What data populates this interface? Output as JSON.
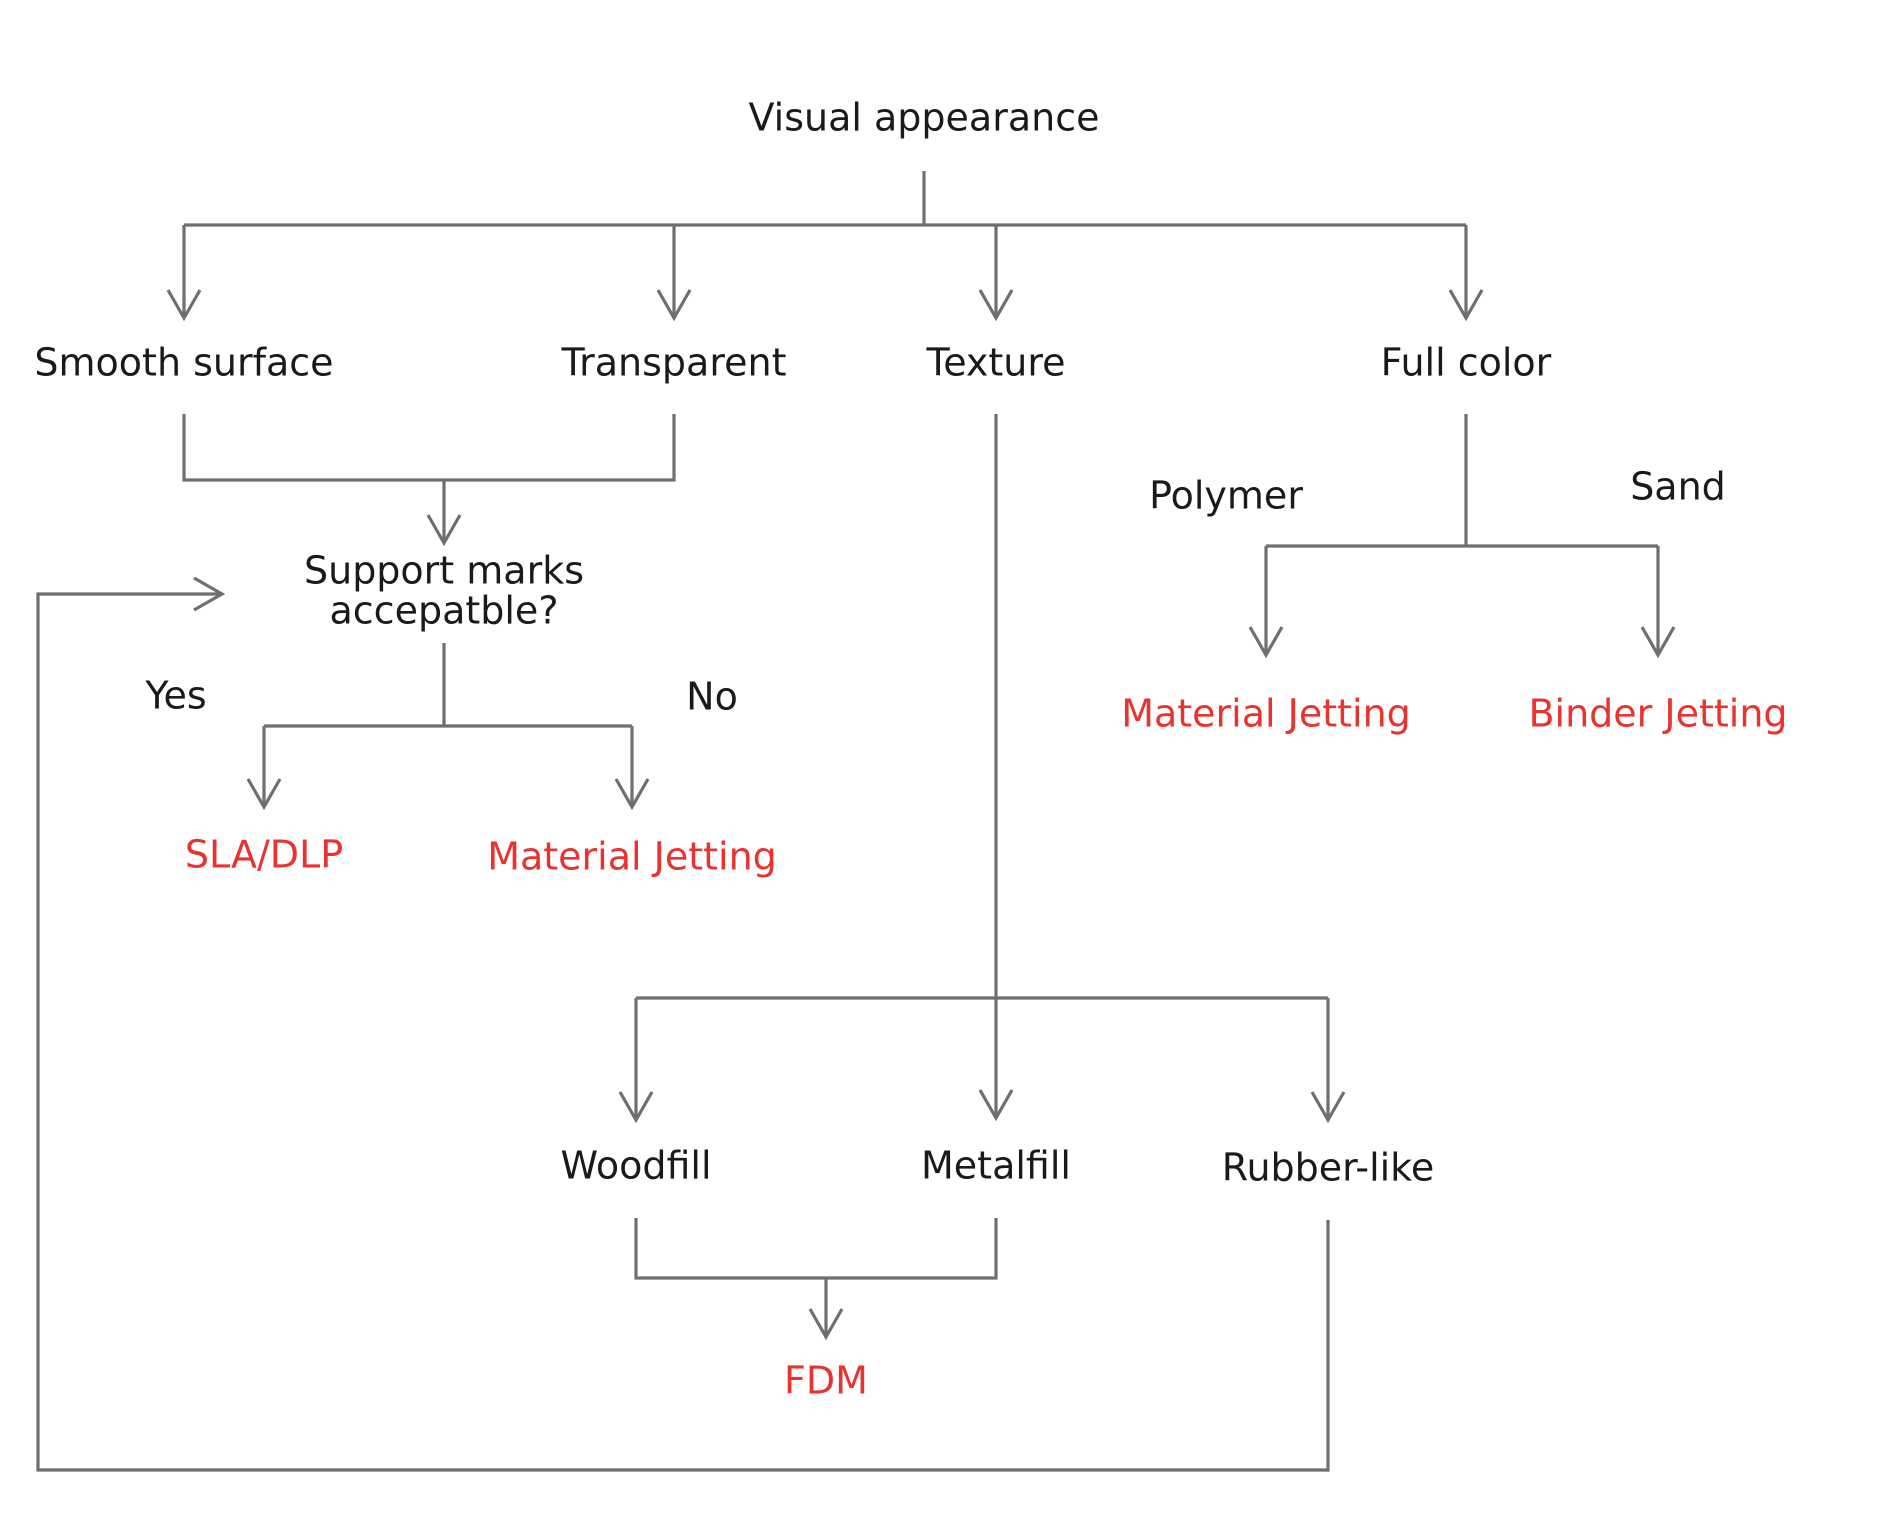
{
  "colors": {
    "line": "#6f6f71",
    "text": "#1a1a1a",
    "result": "#e8332f"
  },
  "nodes": {
    "root": "Visual appearance",
    "smooth_surface": "Smooth surface",
    "transparent": "Transparent",
    "texture": "Texture",
    "full_color": "Full color",
    "support_marks_line1": "Support marks",
    "support_marks_line2": "accepatble?",
    "woodfill": "Woodfill",
    "metalfill": "Metalfill",
    "rubber_like": "Rubber-like"
  },
  "branch_labels": {
    "yes": "Yes",
    "no": "No",
    "polymer": "Polymer",
    "sand": "Sand"
  },
  "results": {
    "sla_dlp": "SLA/DLP",
    "material_jetting_support": "Material Jetting",
    "material_jetting_polymer": "Material Jetting",
    "binder_jetting": "Binder Jetting",
    "fdm": "FDM"
  }
}
